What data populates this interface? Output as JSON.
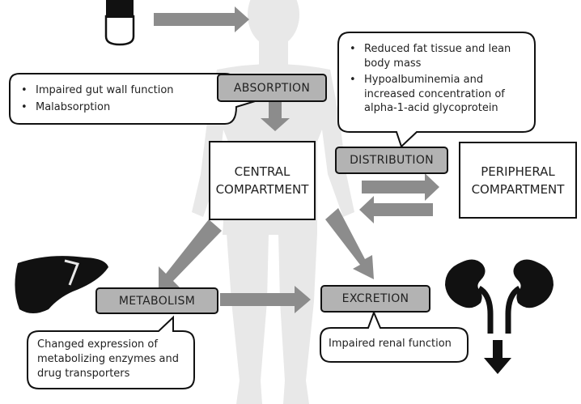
{
  "labels": {
    "absorption": "ABSORPTION",
    "distribution": "DISTRIBUTION",
    "metabolism": "METABOLISM",
    "excretion": "EXCRETION"
  },
  "compartments": {
    "central": [
      "CENTRAL",
      "COMPARTMENT"
    ],
    "peripheral": [
      "PERIPHERAL",
      "COMPARTMENT"
    ]
  },
  "callouts": {
    "absorption": [
      "Impaired gut wall function",
      "Malabsorption"
    ],
    "distribution": [
      "Reduced fat tissue and lean body mass",
      "Hypoalbuminemia and increased concentration of alpha-1-acid glycoprotein"
    ],
    "metabolism": [
      "Changed expression of",
      "metabolizing enzymes and",
      "drug transporters"
    ],
    "excretion": "Impaired renal function"
  },
  "icons": [
    "pill-capsule-icon",
    "human-body-silhouette",
    "liver-icon",
    "kidneys-icon"
  ],
  "colors": {
    "label_fill": "#b3b3b3",
    "arrow": "#8c8c8c",
    "silhouette": "#e8e8e8",
    "organ": "#111111"
  }
}
